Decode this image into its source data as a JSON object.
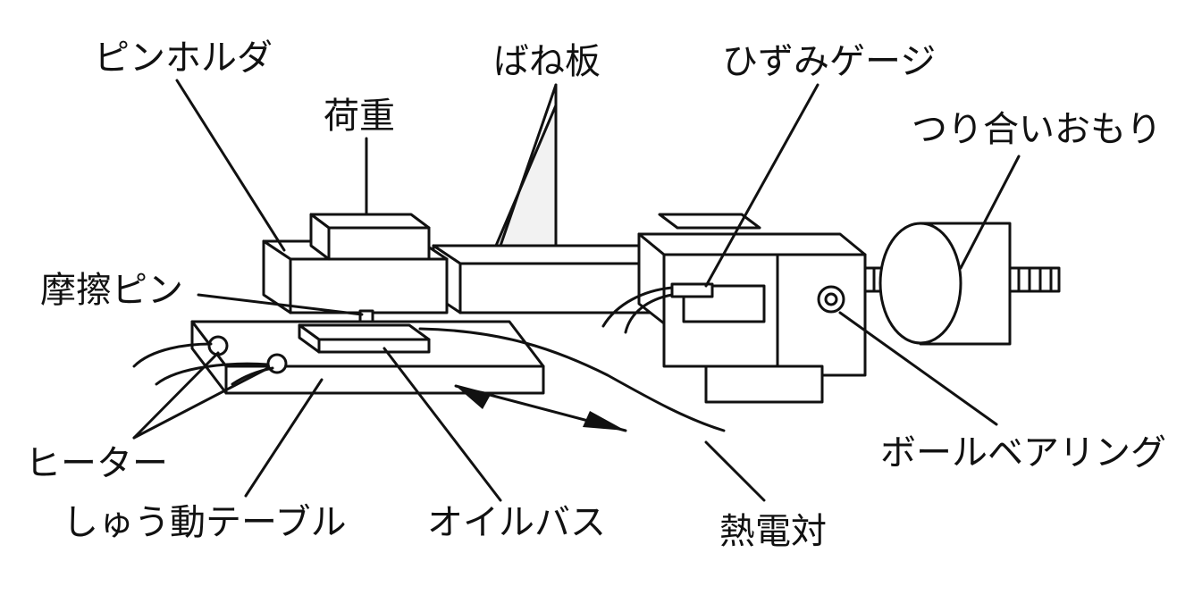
{
  "labels": {
    "pin_holder": "ピンホルダ",
    "load": "荷重",
    "leaf_spring": "ばね板",
    "strain_gauge": "ひずみゲージ",
    "counterweight": "つり合いおもり",
    "friction_pin": "摩擦ピン",
    "heater": "ヒーター",
    "sliding_table": "しゅう動テーブル",
    "oil_bath": "オイルバス",
    "thermocouple": "熱電対",
    "ball_bearing": "ボールベアリング"
  }
}
